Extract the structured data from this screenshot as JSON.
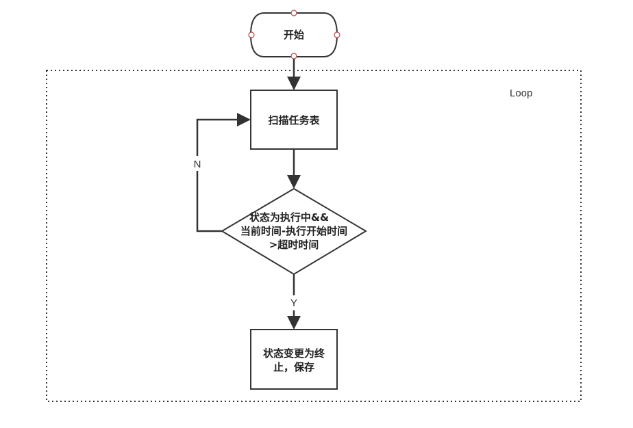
{
  "diagram": {
    "start_label": "开始",
    "loop_label": "Loop",
    "scan_label": "扫描任务表",
    "decision_lines": [
      "状态为执行中&&",
      "当前时间-执行开始时间",
      ">超时时间"
    ],
    "terminate_lines": [
      "状态变更为终",
      "止，保存"
    ],
    "no_label": "N",
    "yes_label": "Y",
    "colors": {
      "stroke": "#333333",
      "text": "#222222",
      "handle": "#b04a4a",
      "loop_border": "#333333"
    }
  }
}
